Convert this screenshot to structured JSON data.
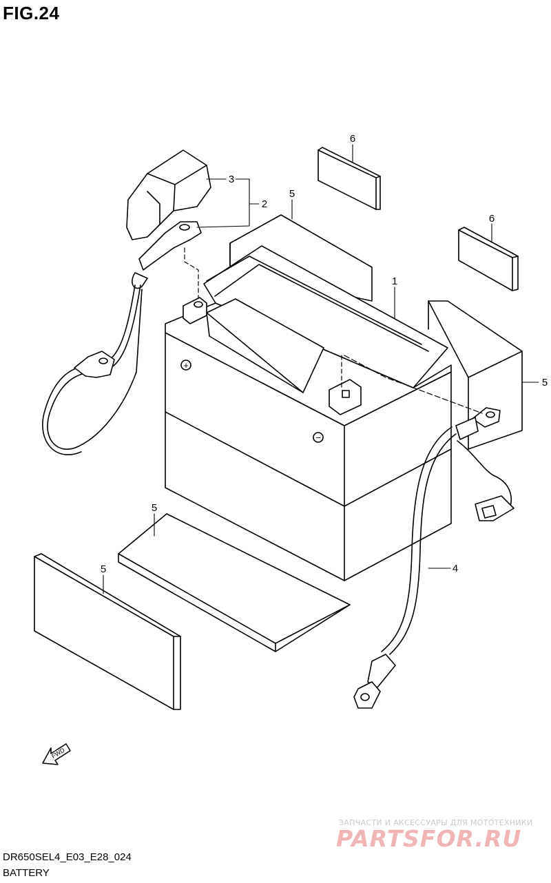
{
  "figure": {
    "title": "FIG.24",
    "code": "DR650SEL4_E03_E28_024",
    "caption": "BATTERY"
  },
  "callouts": [
    {
      "id": "c1",
      "label": "1"
    },
    {
      "id": "c2",
      "label": "2"
    },
    {
      "id": "c3",
      "label": "3"
    },
    {
      "id": "c4",
      "label": "4"
    },
    {
      "id": "c5a",
      "label": "5"
    },
    {
      "id": "c5b",
      "label": "5"
    },
    {
      "id": "c5c",
      "label": "5"
    },
    {
      "id": "c5d",
      "label": "5"
    },
    {
      "id": "c6a",
      "label": "6"
    },
    {
      "id": "c6b",
      "label": "6"
    }
  ],
  "terminal_marks": {
    "positive": "+",
    "negative": "−"
  },
  "direction_arrow": {
    "label": "FWD",
    "icon": "fwd-arrow-icon"
  },
  "watermark": {
    "tagline": "ЗАПЧАСТИ И АКСЕССУАРЫ ДЛЯ МОТОТЕХНИКИ",
    "logo": "PARTSFOR.RU",
    "color": "#f0b6b6"
  }
}
